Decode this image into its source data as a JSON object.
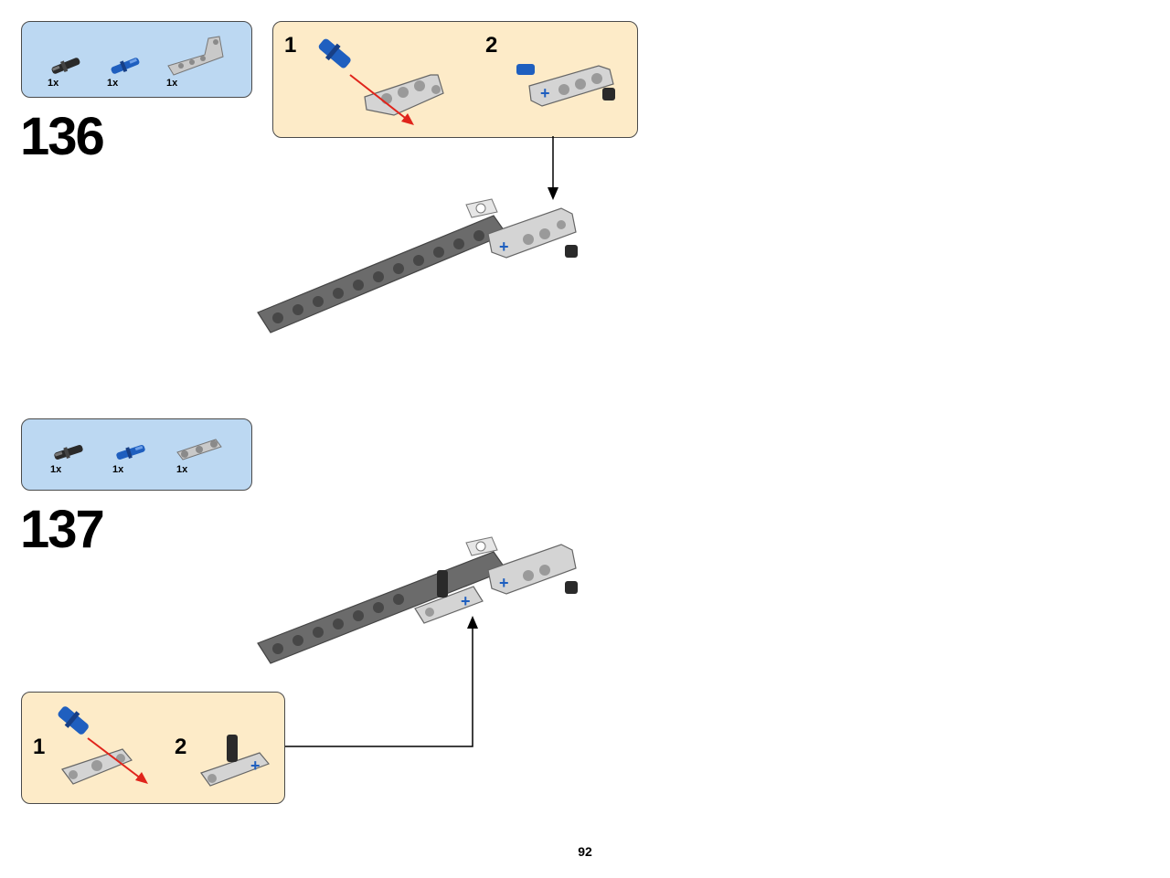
{
  "steps": [
    {
      "number": "136",
      "parts": [
        {
          "qty": "1x",
          "icon": "black-pin-icon"
        },
        {
          "qty": "1x",
          "icon": "blue-axle-pin-icon"
        },
        {
          "qty": "1x",
          "icon": "angled-beam-icon"
        }
      ],
      "substeps": [
        "1",
        "2"
      ]
    },
    {
      "number": "137",
      "parts": [
        {
          "qty": "1x",
          "icon": "black-pin-icon"
        },
        {
          "qty": "1x",
          "icon": "blue-axle-pin-icon"
        },
        {
          "qty": "1x",
          "icon": "connector-beam-icon"
        }
      ],
      "substeps": [
        "1",
        "2"
      ]
    }
  ],
  "page_number": "92",
  "colors": {
    "parts_box": "#bcd8f2",
    "subassembly_box": "#fdebc8",
    "beam_dark": "#6b6b6b",
    "beam_light": "#c9c9c9",
    "pin_blue": "#1f5fbf",
    "arrow_red": "#e0241b"
  }
}
